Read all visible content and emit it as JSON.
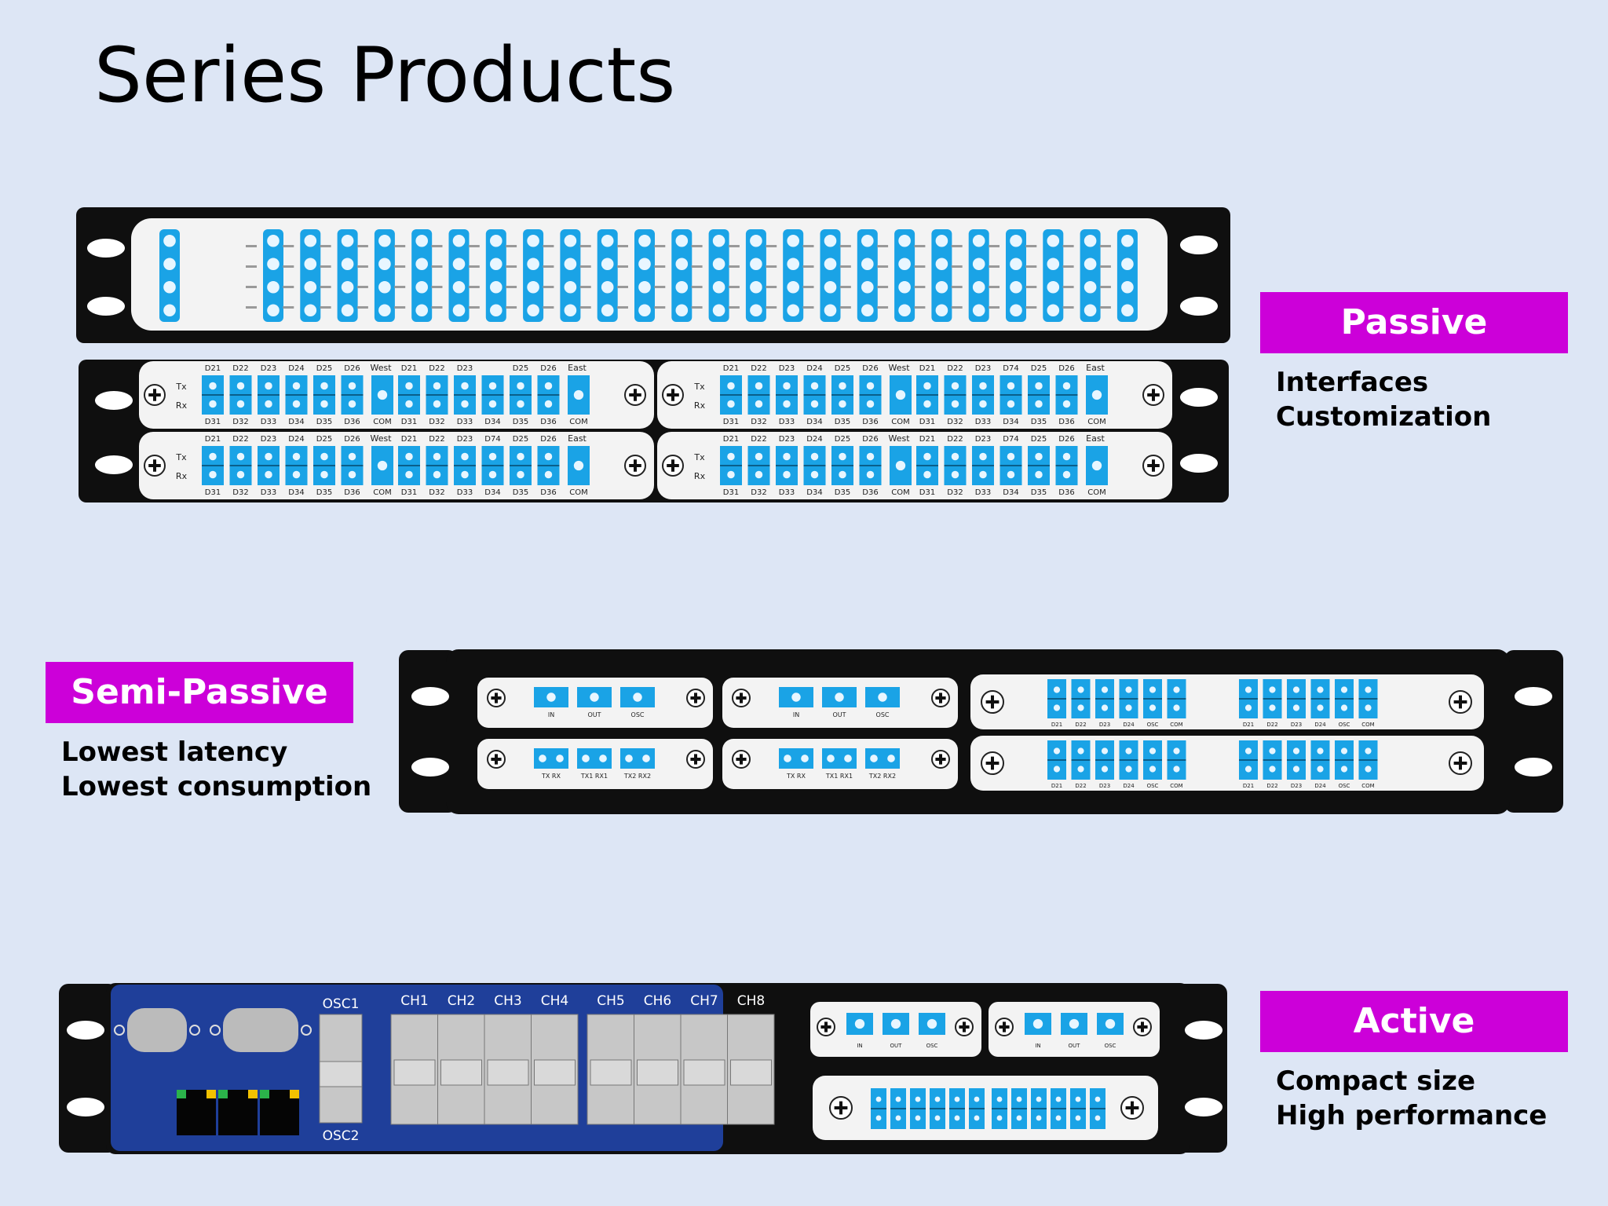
{
  "page": {
    "title": "Series Products"
  },
  "sections": {
    "passive": {
      "label": "Passive",
      "lines": [
        "Interfaces",
        "Customization"
      ]
    },
    "semi_passive": {
      "label": "Semi-Passive",
      "lines": [
        "Lowest latency",
        "Lowest consumption"
      ]
    },
    "active": {
      "label": "Active",
      "lines": [
        "Compact size",
        "High performance"
      ]
    }
  },
  "colors": {
    "badge": "#cc00d9",
    "port": "#1aa3e6",
    "rack": "#0f0f0f",
    "active_panel": "#1f3f9a",
    "background": "#dde6f5"
  },
  "icons": [
    "screw-icon",
    "mount-hole-icon",
    "lc-duplex-port-icon",
    "db9-connector-icon",
    "rj45-port-icon",
    "led-indicator-icon"
  ],
  "passive_device": {
    "top_labels": [
      "D21",
      "D22",
      "D23",
      "D24",
      "D25",
      "D26"
    ],
    "bottom_labels": [
      "D31",
      "D32",
      "D33",
      "D34",
      "D35",
      "D36"
    ],
    "west_label": "West",
    "east_label": "East",
    "com_label": "COM",
    "tx_label": "Tx",
    "rx_label": "Rx",
    "right_top_labels": [
      "D21",
      "D22",
      "D23",
      "",
      "D25",
      "D26"
    ],
    "right_top_labels_row2": [
      "D21",
      "D22",
      "D23",
      "D74",
      "D25",
      "D26"
    ],
    "right_bottom_labels_row2": [
      "D31",
      "D32",
      "D33",
      "D34",
      "D35",
      "D36"
    ]
  },
  "semi_device": {
    "module1_labels": [
      "IN",
      "OUT",
      "OSC"
    ],
    "module2_labels": [
      "IN",
      "OUT",
      "OSC"
    ],
    "module3_labels": [
      "TX RX",
      "TX1 RX1",
      "TX2 RX2"
    ],
    "module4_labels": [
      "TX RX",
      "TX1 RX1",
      "TX2 RX2"
    ],
    "wide_labels_left": [
      "D21",
      "D22",
      "D23",
      "D24",
      "OSC",
      "COM"
    ],
    "wide_labels_right": [
      "D21",
      "D22",
      "D23",
      "D24",
      "OSC",
      "COM"
    ]
  },
  "active_device": {
    "osc_top": "OSC1",
    "osc_bottom": "OSC2",
    "channels": [
      "CH1",
      "CH2",
      "CH3",
      "CH4",
      "CH5",
      "CH6",
      "CH7",
      "CH8"
    ],
    "small_labels": [
      "IN",
      "OUT",
      "OSC"
    ]
  }
}
